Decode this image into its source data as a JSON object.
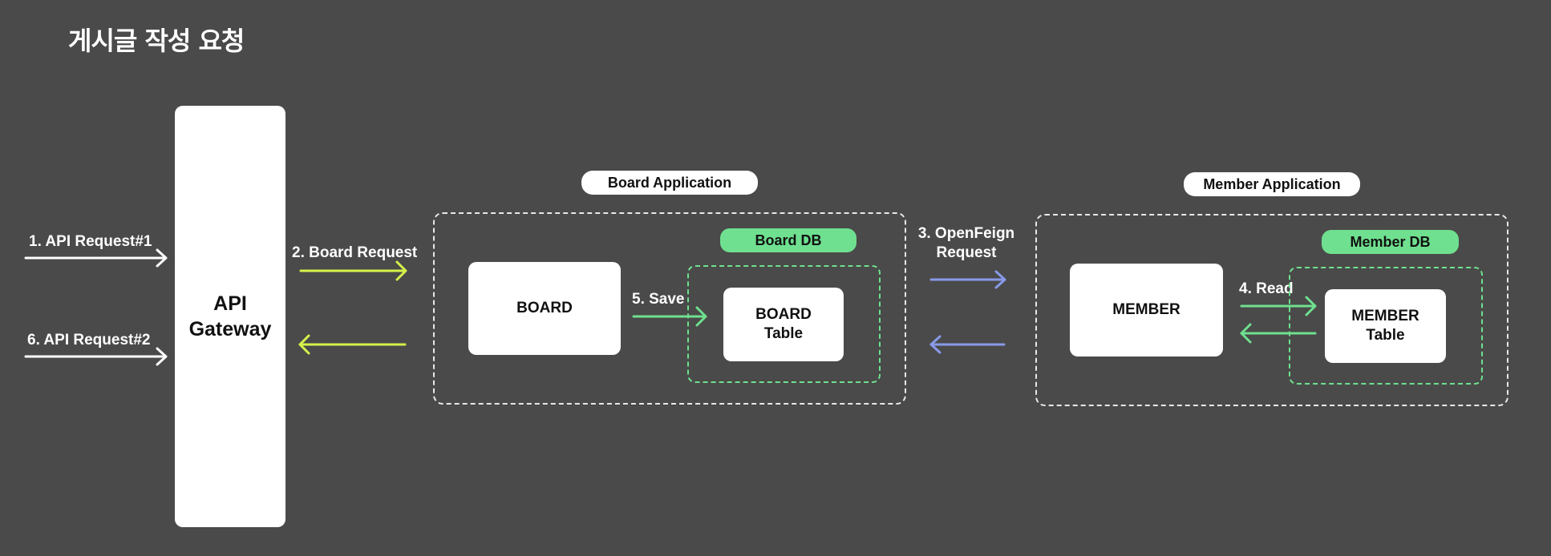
{
  "title": "게시글 작성 요청",
  "gateway": {
    "line1": "API",
    "line2": "Gateway"
  },
  "labels": {
    "step1": "1. API Request#1",
    "step6": "6. API Request#2",
    "step2": "2. Board Request",
    "step3_line1": "3. OpenFeign",
    "step3_line2": "Request",
    "step5": "5. Save",
    "step4": "4. Read"
  },
  "board_app": {
    "name": "Board Application",
    "service": "BOARD",
    "db_name": "Board DB",
    "table_line1": "BOARD",
    "table_line2": "Table"
  },
  "member_app": {
    "name": "Member Application",
    "service": "MEMBER",
    "db_name": "Member DB",
    "table_line1": "MEMBER",
    "table_line2": "Table"
  },
  "colors": {
    "background": "#4a4a4a",
    "white_arrow": "#ffffff",
    "yellow_arrow": "#d4f24a",
    "blue_arrow": "#8899e8",
    "green": "#6fe08f"
  }
}
